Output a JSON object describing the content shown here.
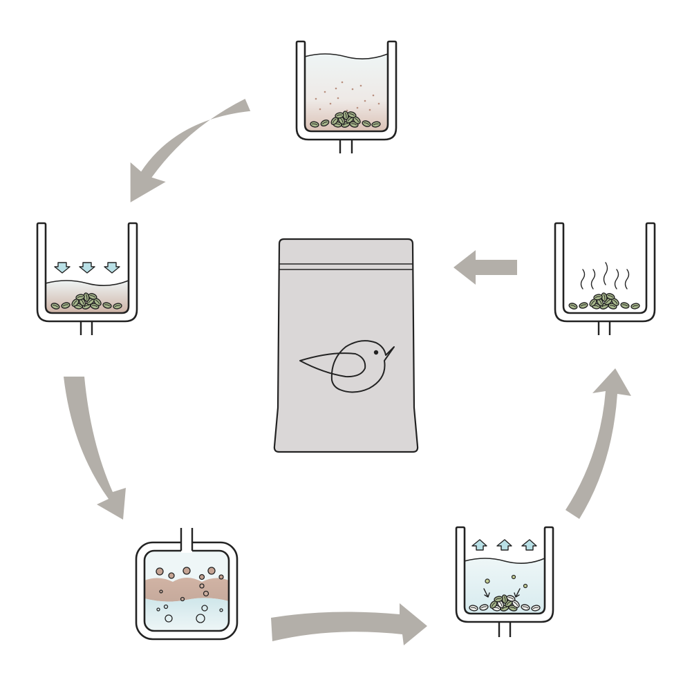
{
  "diagram": {
    "colors": {
      "flow_arrow": "#b3afa9",
      "bean_fill": "#a9b98d",
      "bean_fill_white": "#f2f2ee",
      "water_light_blue": "#d8ecef",
      "sediment_brown": "#c9a99a",
      "arrow_light_blue": "#b9e0e6",
      "bag_fill": "#dad7d7",
      "outline": "#222222"
    },
    "stages": [
      {
        "id": "soak",
        "icons": [
          "tank-icon",
          "beans-icon",
          "sediment-icon"
        ]
      },
      {
        "id": "press",
        "icons": [
          "tank-icon",
          "down-arrows-icon",
          "beans-icon"
        ]
      },
      {
        "id": "ferment",
        "icons": [
          "sealed-tank-icon",
          "bubbles-icon"
        ]
      },
      {
        "id": "rinse",
        "icons": [
          "tank-icon",
          "up-arrows-icon",
          "beans-icon"
        ]
      },
      {
        "id": "dry",
        "icons": [
          "tank-icon",
          "steam-icon",
          "beans-icon"
        ]
      }
    ],
    "center": {
      "icons": [
        "coffee-bag-icon",
        "bird-logo-icon"
      ]
    },
    "flow": [
      "soak",
      "press",
      "ferment",
      "rinse",
      "dry",
      "bag"
    ]
  }
}
